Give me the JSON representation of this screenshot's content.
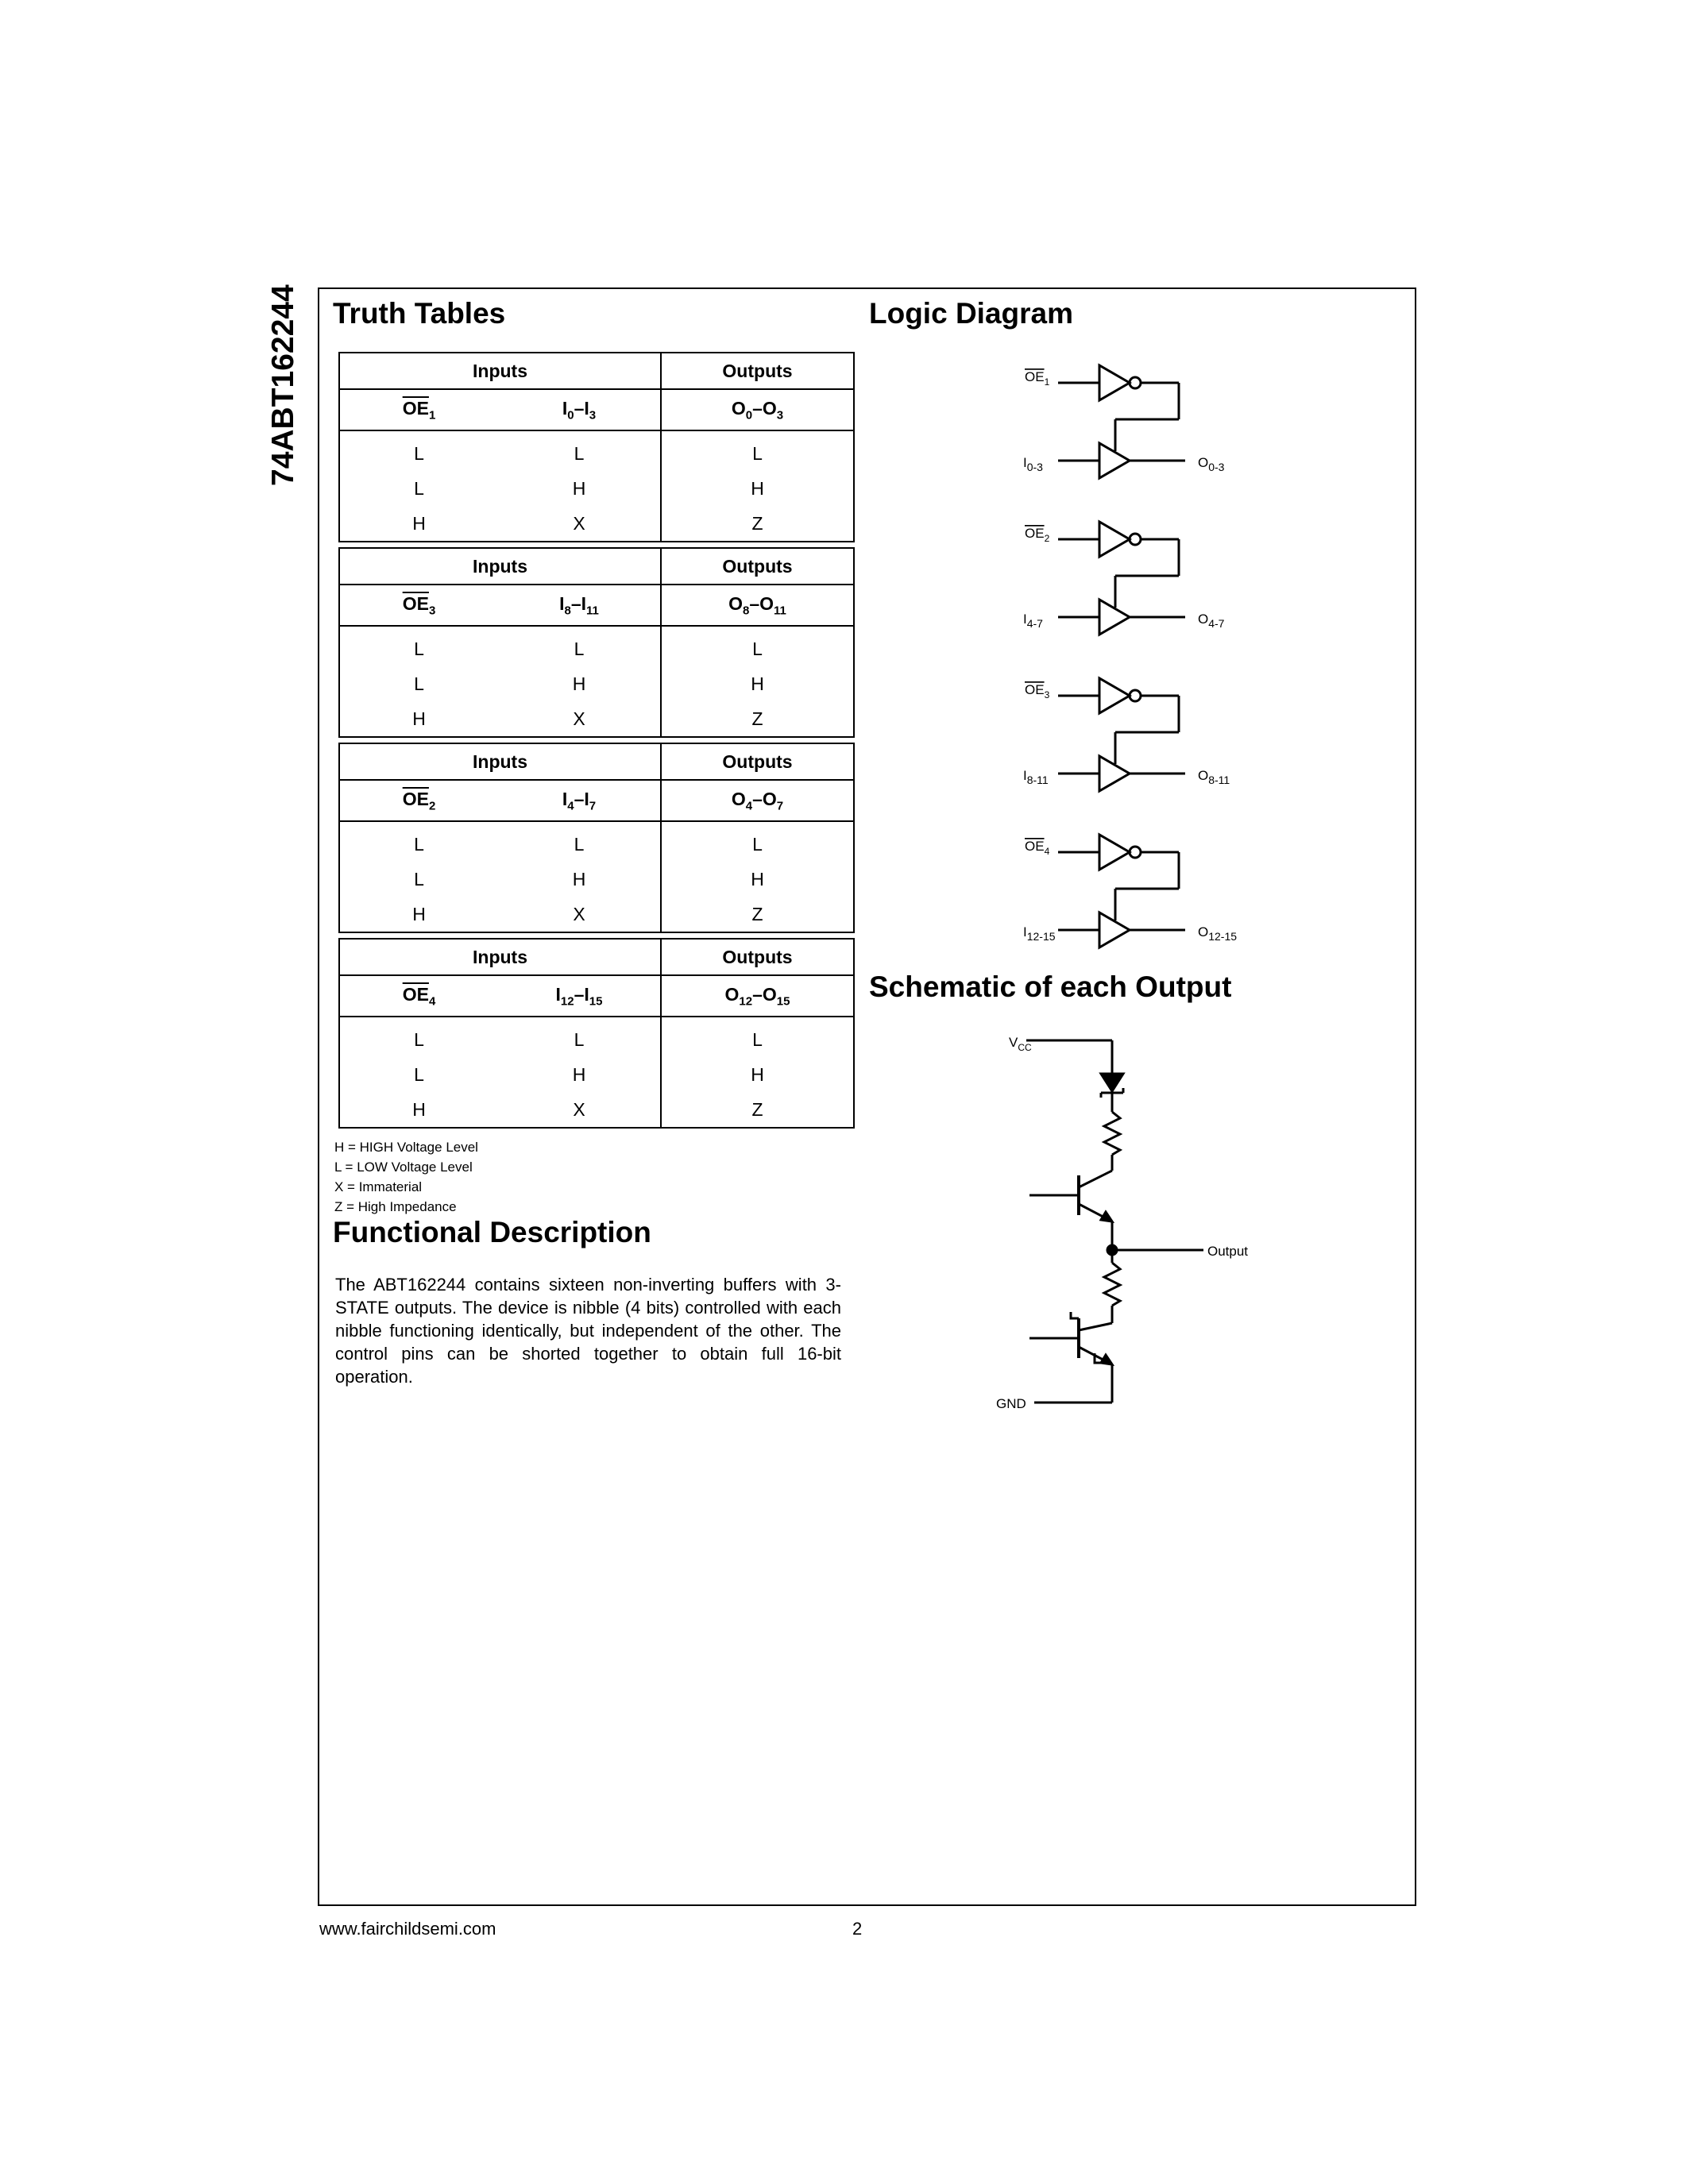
{
  "side_title": "74ABT162244",
  "headings": {
    "truth_tables": "Truth Tables",
    "logic_diagram": "Logic Diagram",
    "schematic": "Schematic of each Output",
    "functional": "Functional Description"
  },
  "tables": [
    {
      "inputs_label": "Inputs",
      "outputs_label": "Outputs",
      "oe": "OE",
      "oe_sub": "1",
      "in_a": "I",
      "in_a_sub": "0",
      "in_b": "I",
      "in_b_sub": "3",
      "out_a": "O",
      "out_a_sub": "0",
      "out_b": "O",
      "out_b_sub": "3",
      "rows": [
        [
          "L",
          "L",
          "L"
        ],
        [
          "L",
          "H",
          "H"
        ],
        [
          "H",
          "X",
          "Z"
        ]
      ]
    },
    {
      "inputs_label": "Inputs",
      "outputs_label": "Outputs",
      "oe": "OE",
      "oe_sub": "3",
      "in_a": "I",
      "in_a_sub": "8",
      "in_b": "I",
      "in_b_sub": "11",
      "out_a": "O",
      "out_a_sub": "8",
      "out_b": "O",
      "out_b_sub": "11",
      "rows": [
        [
          "L",
          "L",
          "L"
        ],
        [
          "L",
          "H",
          "H"
        ],
        [
          "H",
          "X",
          "Z"
        ]
      ]
    },
    {
      "inputs_label": "Inputs",
      "outputs_label": "Outputs",
      "oe": "OE",
      "oe_sub": "2",
      "in_a": "I",
      "in_a_sub": "4",
      "in_b": "I",
      "in_b_sub": "7",
      "out_a": "O",
      "out_a_sub": "4",
      "out_b": "O",
      "out_b_sub": "7",
      "rows": [
        [
          "L",
          "L",
          "L"
        ],
        [
          "L",
          "H",
          "H"
        ],
        [
          "H",
          "X",
          "Z"
        ]
      ]
    },
    {
      "inputs_label": "Inputs",
      "outputs_label": "Outputs",
      "oe": "OE",
      "oe_sub": "4",
      "in_a": "I",
      "in_a_sub": "12",
      "in_b": "I",
      "in_b_sub": "15",
      "out_a": "O",
      "out_a_sub": "12",
      "out_b": "O",
      "out_b_sub": "15",
      "rows": [
        [
          "L",
          "L",
          "L"
        ],
        [
          "L",
          "H",
          "H"
        ],
        [
          "H",
          "X",
          "Z"
        ]
      ]
    }
  ],
  "legend": [
    "H = HIGH Voltage Level",
    "L = LOW Voltage Level",
    "X = Immaterial",
    "Z = High Impedance"
  ],
  "functional_description": "The ABT162244 contains sixteen non-inverting buffers with 3-STATE outputs. The device is nibble (4 bits) controlled with each nibble functioning identically, but independent of the other. The control pins can be shorted together to obtain full 16-bit operation.",
  "logic_diagram": [
    {
      "oe": "OE",
      "oe_sub": "1",
      "in": "I",
      "in_sub": "0-3",
      "out": "O",
      "out_sub": "0-3"
    },
    {
      "oe": "OE",
      "oe_sub": "2",
      "in": "I",
      "in_sub": "4-7",
      "out": "O",
      "out_sub": "4-7"
    },
    {
      "oe": "OE",
      "oe_sub": "3",
      "in": "I",
      "in_sub": "8-11",
      "out": "O",
      "out_sub": "8-11"
    },
    {
      "oe": "OE",
      "oe_sub": "4",
      "in": "I",
      "in_sub": "12-15",
      "out": "O",
      "out_sub": "12-15"
    }
  ],
  "schematic": {
    "vcc": "V",
    "vcc_sub": "CC",
    "output": "Output",
    "gnd": "GND"
  },
  "footer": {
    "url": "www.fairchildsemi.com",
    "page": "2"
  }
}
